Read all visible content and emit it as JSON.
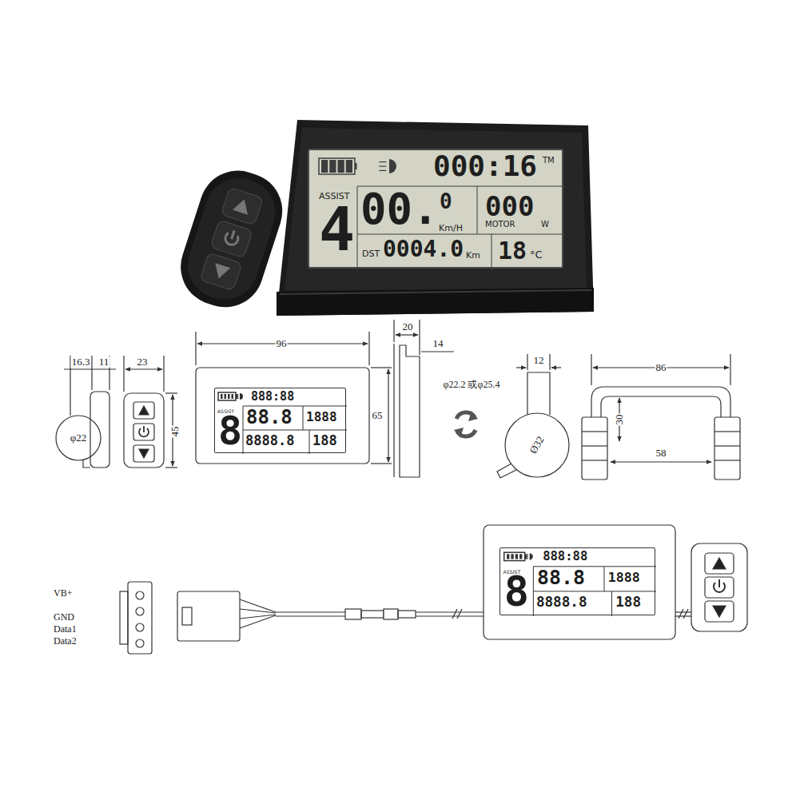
{
  "diagram": {
    "nodes": [
      {
        "text": [
          "000:16",
          "TM",
          "ASSIST",
          "4",
          "00.",
          "0",
          "Km/H",
          "000",
          "MOTOR",
          "W",
          "DST",
          "0004.0",
          "Km",
          "18",
          "°C"
        ]
      },
      {
        "text": [
          "888:88",
          "ASSIST",
          "8",
          "88.8",
          "1888",
          "8888.8",
          "188"
        ]
      },
      {
        "text": [
          "888:88",
          "ASSIST",
          "8",
          "88.8",
          "1888",
          "8888.8",
          "188"
        ]
      }
    ],
    "labels": [
      "16.3",
      "11",
      "23",
      "45",
      "φ22",
      "96",
      "65",
      "20",
      "14",
      "φ22.2 或φ25.4",
      "12",
      "Ø32",
      "86",
      "30",
      "58",
      "VB+",
      "GND",
      "Data1",
      "Data2"
    ]
  }
}
